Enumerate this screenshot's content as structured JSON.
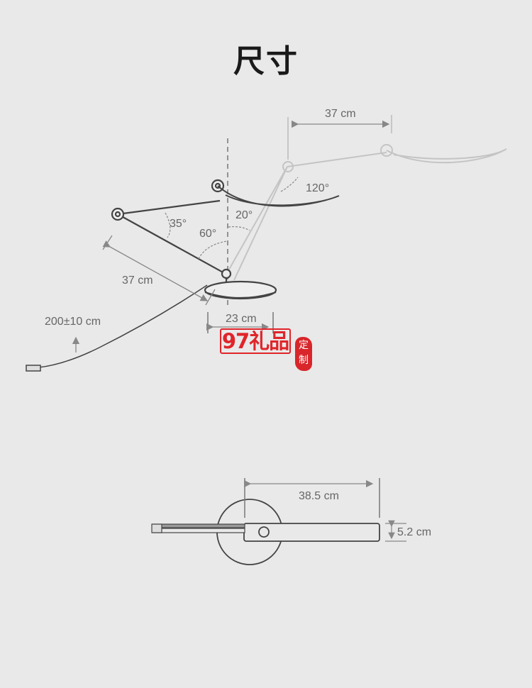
{
  "title": "尺寸",
  "side_view": {
    "arm_reach_label": "37 cm",
    "head_offset_label": "37 cm",
    "angle_head_label": "120°",
    "angle_arm_label": "35°",
    "angle_lower_label": "60°",
    "angle_tilt_label": "20°",
    "cable_length_label": "200±10 cm",
    "base_width_label": "23 cm"
  },
  "top_view": {
    "length_label": "38.5 cm",
    "width_label": "5.2 cm"
  },
  "watermark": {
    "text": "97礼品",
    "seal_text_1": "定",
    "seal_text_2": "制"
  }
}
